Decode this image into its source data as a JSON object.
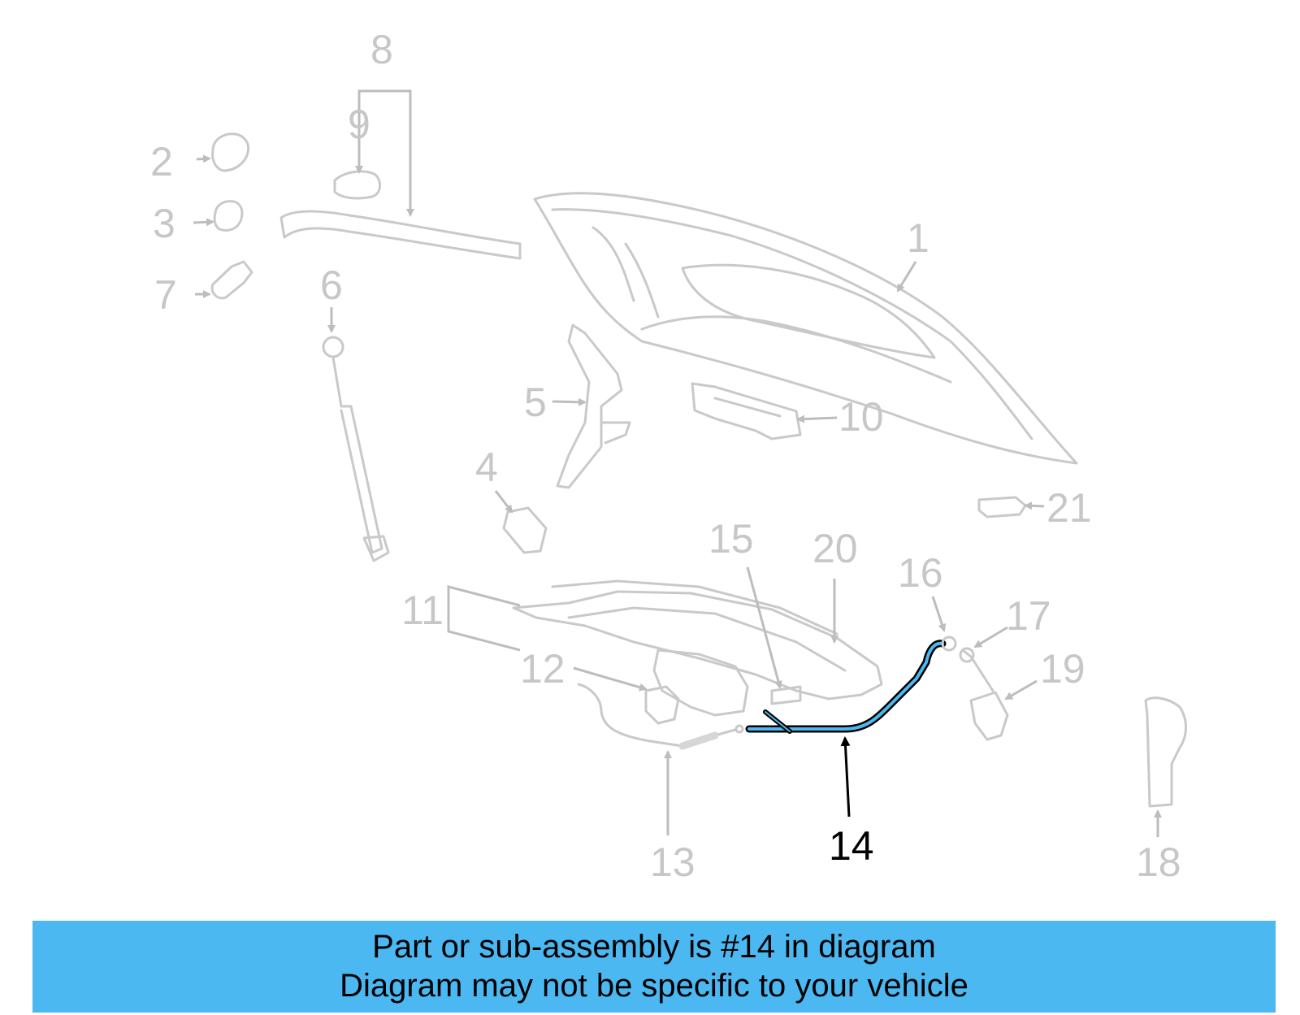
{
  "diagram": {
    "highlight_color": "#4bb8f2",
    "inactive_color": "#c7c7c7",
    "active_color": "#000000",
    "callouts": [
      "1",
      "2",
      "3",
      "4",
      "5",
      "6",
      "7",
      "8",
      "9",
      "10",
      "11",
      "12",
      "13",
      "14",
      "15",
      "16",
      "17",
      "18",
      "19",
      "20",
      "21"
    ],
    "selected_part": "14"
  },
  "banner": {
    "background": "#4bb8f2",
    "line1": "Part or sub-assembly is #14 in diagram",
    "line2": "Diagram may not be specific to your vehicle"
  }
}
